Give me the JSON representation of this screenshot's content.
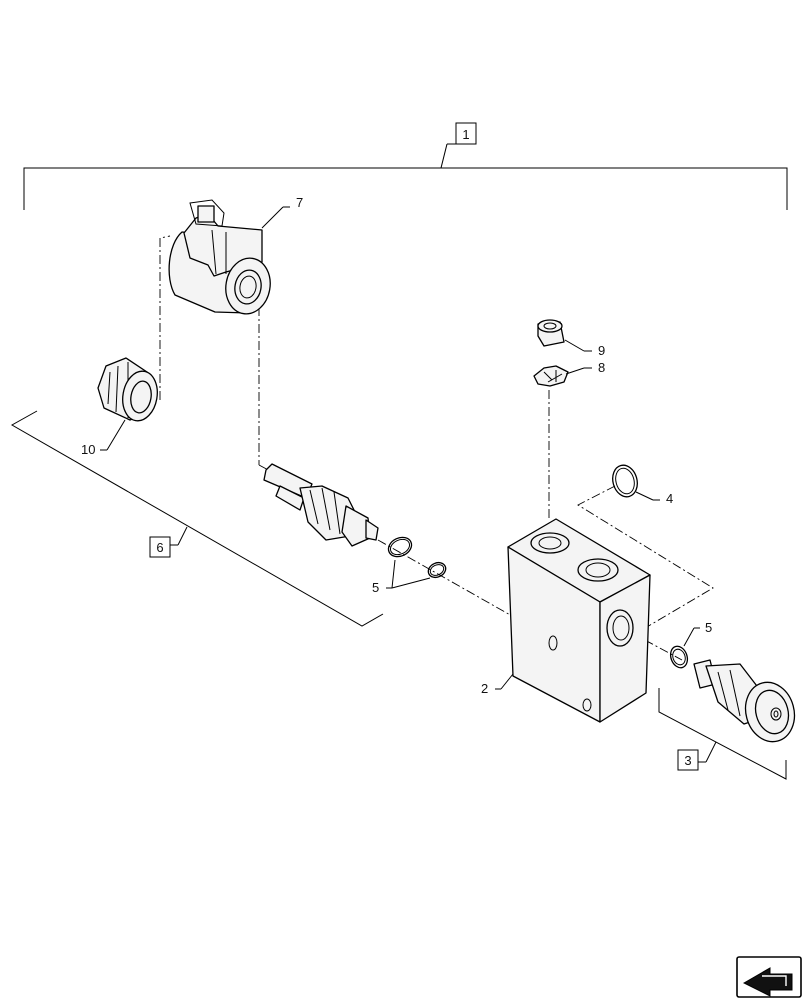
{
  "callouts": {
    "item_1": "1",
    "item_2": "2",
    "item_3": "3",
    "item_4": "4",
    "item_5a": "5",
    "item_5b": "5",
    "item_6": "6",
    "item_7": "7",
    "item_8": "8",
    "item_9": "9",
    "item_10": "10"
  },
  "icons": {
    "navigation": "previous-page-arrow-icon"
  }
}
